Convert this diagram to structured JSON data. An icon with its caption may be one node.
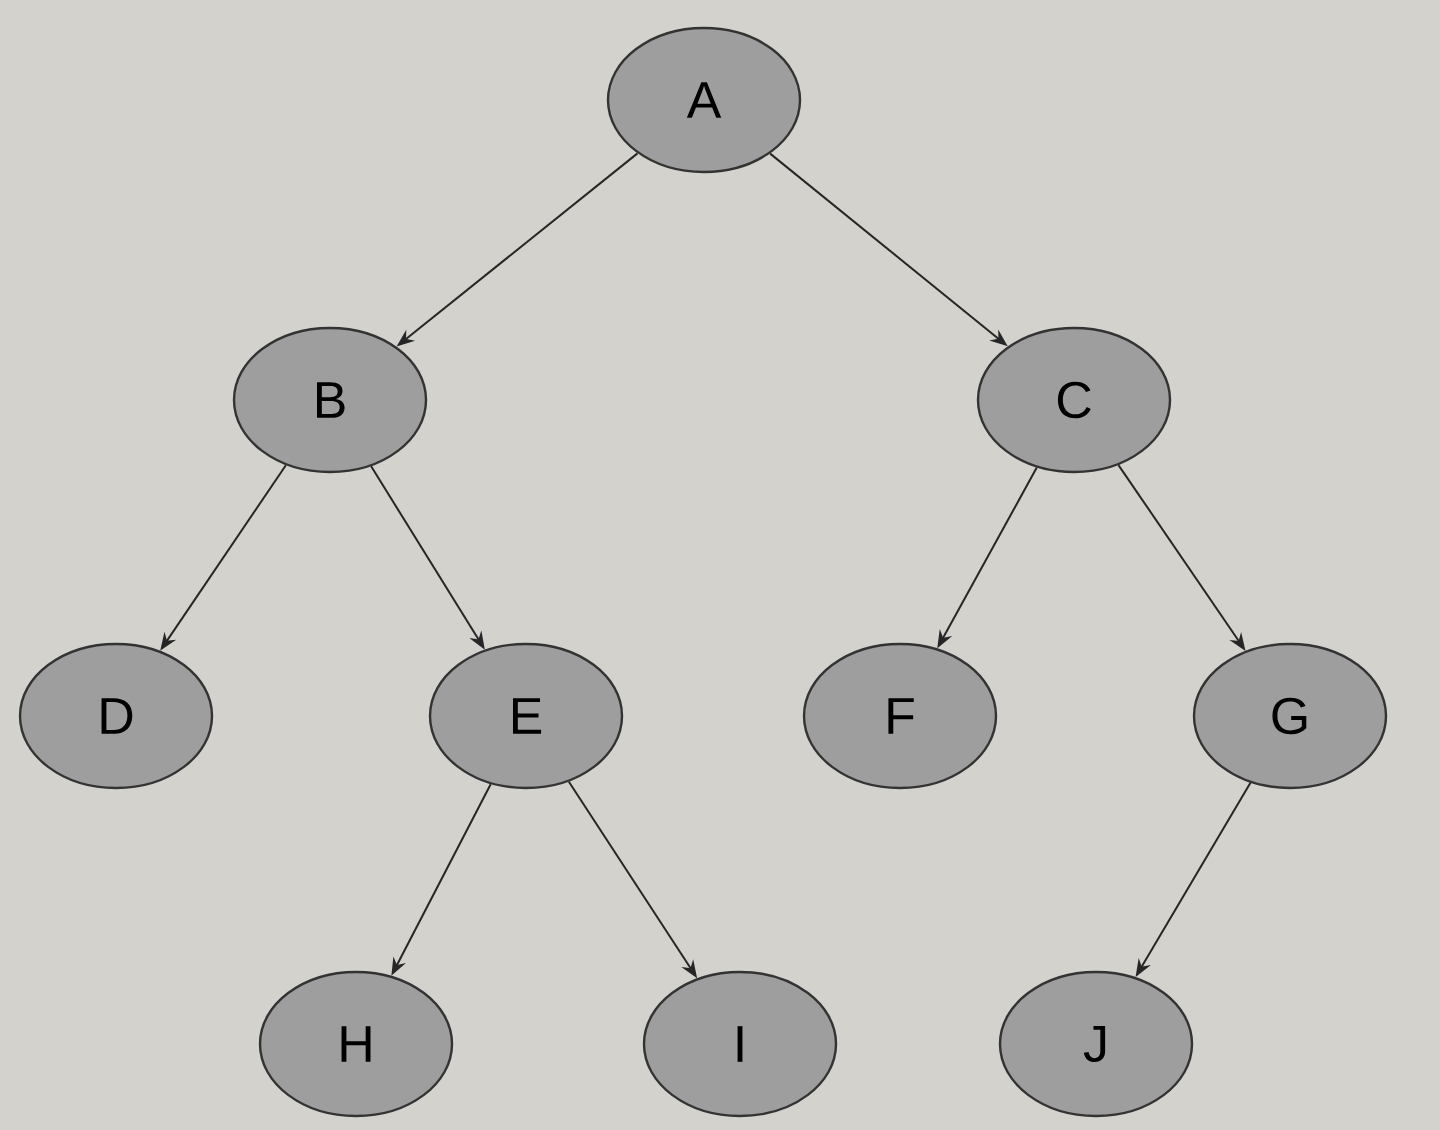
{
  "diagram": {
    "nodes": [
      {
        "text": [
          "A"
        ]
      },
      {
        "text": [
          "B"
        ]
      },
      {
        "text": [
          "C"
        ]
      },
      {
        "text": [
          "D"
        ]
      },
      {
        "text": [
          "E"
        ]
      },
      {
        "text": [
          "F"
        ]
      },
      {
        "text": [
          "G"
        ]
      },
      {
        "text": [
          "H"
        ]
      },
      {
        "text": [
          "I"
        ]
      },
      {
        "text": [
          "J"
        ]
      }
    ],
    "edges": [
      {
        "from": 0,
        "to": 1,
        "arrow": "to"
      },
      {
        "from": 0,
        "to": 2,
        "arrow": "to"
      },
      {
        "from": 1,
        "to": 3,
        "arrow": "to"
      },
      {
        "from": 1,
        "to": 4,
        "arrow": "to"
      },
      {
        "from": 2,
        "to": 5,
        "arrow": "to"
      },
      {
        "from": 2,
        "to": 6,
        "arrow": "to"
      },
      {
        "from": 4,
        "to": 7,
        "arrow": "to"
      },
      {
        "from": 4,
        "to": 8,
        "arrow": "to"
      },
      {
        "from": 6,
        "to": 9,
        "arrow": "to"
      }
    ]
  }
}
